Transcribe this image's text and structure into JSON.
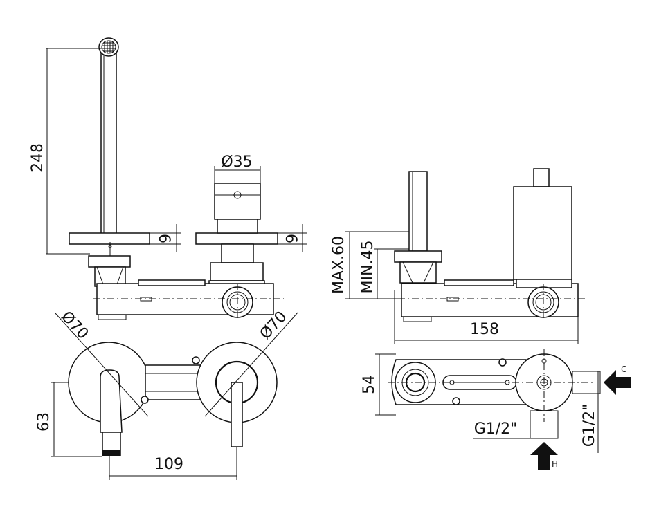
{
  "dimensions": {
    "height_spout": "248",
    "diam_handle": "Ø35",
    "plate_thickness_left": "6",
    "plate_thickness_right": "6",
    "diam_plate_left": "Ø70",
    "diam_plate_right": "Ø70",
    "height_63": "63",
    "width_109": "109",
    "max_depth": "MAX.60",
    "min_depth": "MIN.45",
    "length_158": "158",
    "width_54": "54",
    "thread_bottom": "G1/2\"",
    "thread_side": "G1/2\""
  },
  "arrows": {
    "cold_label": "C",
    "hot_label": "H"
  }
}
